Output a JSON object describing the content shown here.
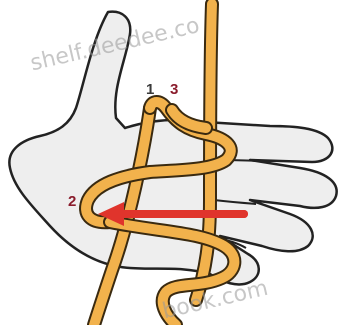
{
  "labels": {
    "marker_1": "1",
    "marker_2": "2",
    "marker_3": "3"
  },
  "watermarks": {
    "top": "shelf.deedee.co",
    "bottom": "book.com"
  },
  "colors": {
    "hand_fill": "#eeeeee",
    "hand_outline": "#222222",
    "cord_fill": "#f2b24c",
    "cord_outline": "#3a2a10",
    "arrow": "#e0342c",
    "marker_1": "#3a3a3a",
    "marker_2_3": "#8a1c2c"
  }
}
